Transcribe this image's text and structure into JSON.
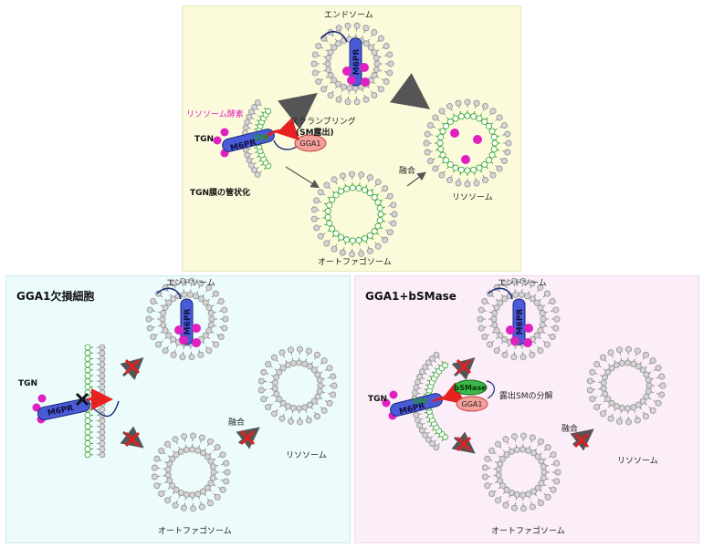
{
  "top": {
    "endosome": "エンドソーム",
    "lysosomal_enzyme": "リソソーム酵素",
    "scrambling_line1": "スクランブリング",
    "scrambling_line2": "(SM露出)",
    "tgn": "TGN",
    "sm": "SM",
    "m6pr": "M6PR",
    "gga1": "GGA1",
    "tgn_tubulation": "TGN膜の管状化",
    "fusion": "融合",
    "lysosome": "リソソーム",
    "autophagosome": "オートファゴソーム"
  },
  "left": {
    "title": "GGA1欠損細胞",
    "endosome": "エンドソーム",
    "tgn": "TGN",
    "m6pr": "M6PR",
    "fusion": "融合",
    "lysosome": "リソソーム",
    "autophagosome": "オートファゴソーム"
  },
  "right": {
    "title": "GGA1+bSMase",
    "endosome": "エンドソーム",
    "tgn": "TGN",
    "sm": "SM",
    "m6pr": "M6PR",
    "bsmase": "bSMase",
    "gga1": "GGA1",
    "sm_degradation": "露出SMの分解",
    "fusion": "融合",
    "lysosome": "リソソーム",
    "autophagosome": "オートファゴソーム"
  },
  "colors": {
    "panel_top": "#fbfbdc",
    "panel_left": "#ecfbfb",
    "panel_right": "#fbeef8",
    "lipid_head": "#d4d4d4",
    "sm_lipid": "#2ca02c",
    "enzyme": "#e85ae0",
    "m6pr": "#4a5bd8",
    "gga1": "#f4a09a",
    "bsmase": "#3cb84a",
    "arrow": "#555555",
    "block_x": "#e02020"
  }
}
